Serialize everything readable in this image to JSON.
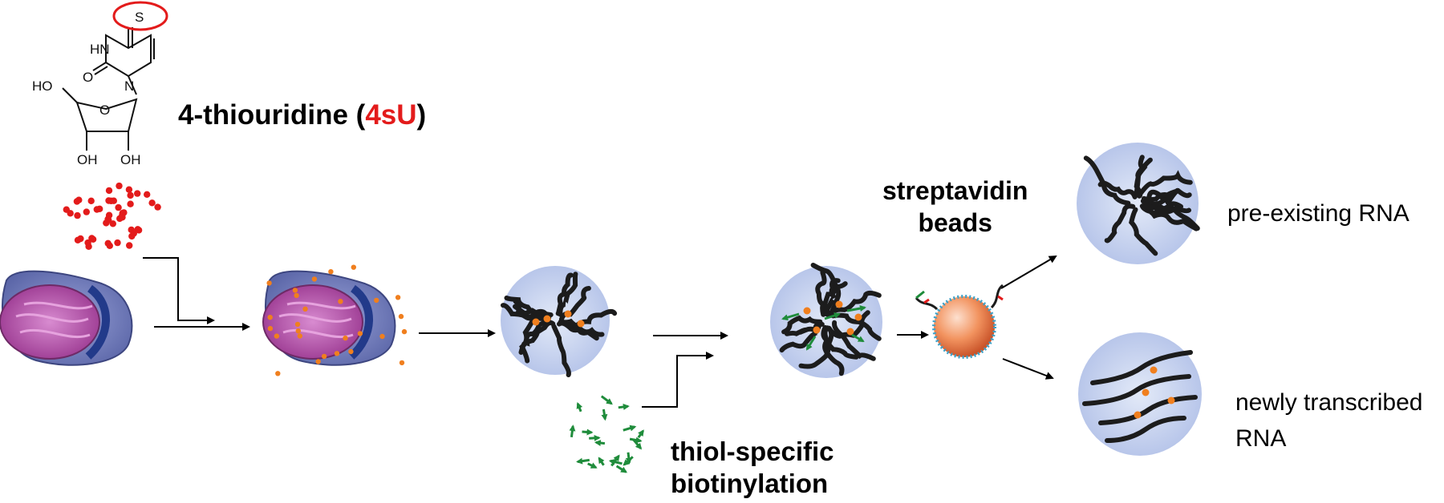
{
  "molecule": {
    "atoms": {
      "sulfur": "S",
      "nh": "HN",
      "carbonyl_o": "O",
      "ring_n": "N",
      "ring_o": "O",
      "ho5": "HO",
      "oh3": "OH",
      "oh2": "OH"
    }
  },
  "labels": {
    "title_prefix": "4-thiouridine (",
    "title_abbrev": "4sU",
    "title_suffix": ")",
    "streptavidin_line1": "streptavidin",
    "streptavidin_line2": "beads",
    "thiol_line1": "thiol-specific",
    "thiol_line2": "biotinylation",
    "pre_existing": "pre-existing RNA",
    "newly_line1": "newly transcribed",
    "newly_line2": "RNA"
  },
  "colors": {
    "highlight_red": "#e31b1b",
    "label_dot_orange": "#f07f1e",
    "biotin_green": "#1f8c3b",
    "cell_blue": "#6f79b8",
    "nucleus_magenta": "#b04aa0",
    "bead_orange": "#f08a55",
    "rna_black": "#1c1c1c",
    "extract_blue": "#c7d3ef"
  }
}
